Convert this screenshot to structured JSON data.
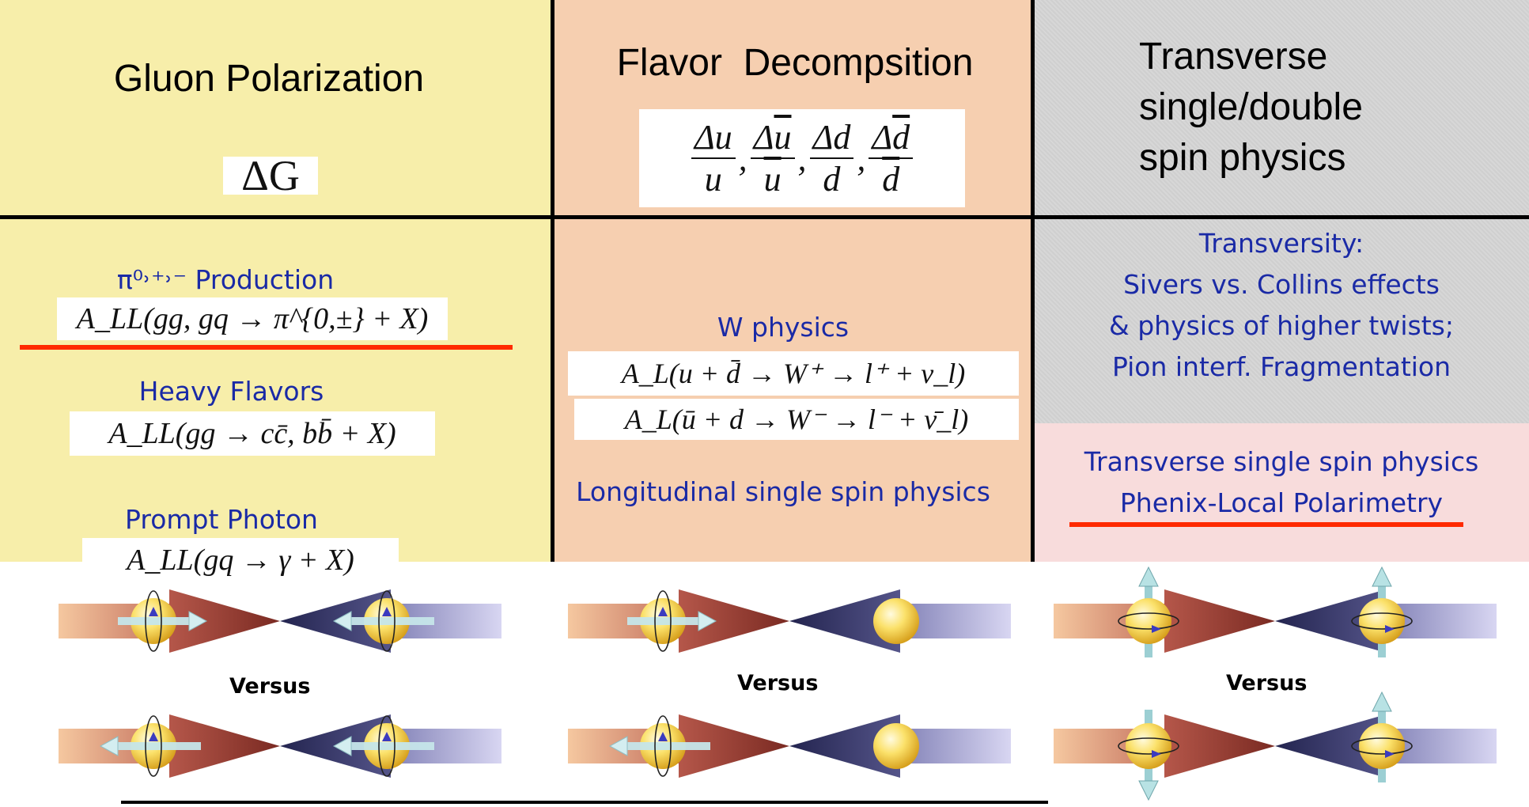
{
  "columns": [
    {
      "heading": "Gluon Polarization",
      "heading_math": "ΔG",
      "items": [
        {
          "label": "π⁰˒⁺˒⁻ Production",
          "formula": "A_LL(gg, gq → π^{0,±} + X)",
          "underlined": true
        },
        {
          "label": "Heavy Flavors",
          "formula": "A_LL(gg → cc̄, bb̄ + X)"
        },
        {
          "label": "Prompt Photon",
          "formula": "A_LL(gq → γ + X)"
        }
      ]
    },
    {
      "heading": "Flavor  Decompsition",
      "heading_math": "Δu/u, Δū/ū, Δd/d, Δd̄/d̄",
      "items": [
        {
          "label": "W physics",
          "formulas": [
            "A_L(u + d̄ → W⁺ → l⁺ + ν_l)",
            "A_L(ū + d → W⁻ → l⁻ + ν̄_l)"
          ]
        },
        {
          "label": "Longitudinal single spin physics"
        }
      ]
    },
    {
      "heading_lines": [
        "Transverse",
        "single/double",
        "spin physics"
      ],
      "items": [
        {
          "label_lines": [
            "Transversity:",
            "Sivers vs. Collins effects",
            "& physics of higher twists;",
            "Pion interf. Fragmentation"
          ]
        },
        {
          "label_lines": [
            "Transverse single spin physics",
            "Phenix-Local Polarimetry"
          ],
          "underlined": true
        }
      ]
    }
  ],
  "versus_label": "Versus",
  "colors": {
    "gluon_bg": "#f7eeaa",
    "flavor_bg": "#f6cfb0",
    "transverse_bg": "#d3d3d3",
    "transverse_lower_bg": "#f8dcdc",
    "label_blue": "#1a2aa6",
    "underline_red": "#ff2a00",
    "beam_red": "#a33a2c",
    "beam_blue": "#2c2f6e"
  }
}
